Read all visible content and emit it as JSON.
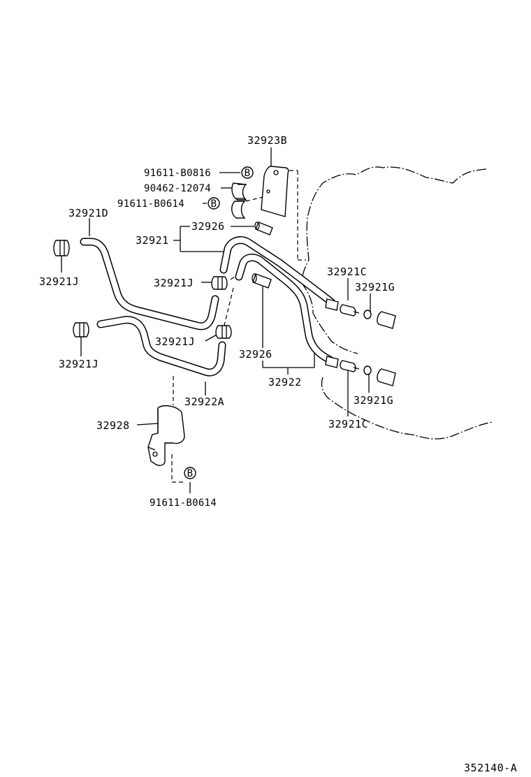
{
  "labels": {
    "p32923B": "32923B",
    "p91611_B0816": "91611-B0816",
    "p90462_12074": "90462-12074",
    "p91611_B0614_top": "91611-B0614",
    "p32921D": "32921D",
    "p32926_top": "32926",
    "p32921": "32921",
    "p32921J_left_top": "32921J",
    "p32921J_mid_top": "32921J",
    "p32921C_top": "32921C",
    "p32921G_top": "32921G",
    "p32921J_mid_bottom": "32921J",
    "p32921J_left_bottom": "32921J",
    "p32926_bottom": "32926",
    "p32922": "32922",
    "p32922A": "32922A",
    "p32928": "32928",
    "p91611_B0614_bottom": "91611-B0614",
    "p32921G_bottom": "32921G",
    "p32921C_bottom": "32921C",
    "diagram_code": "352140-A"
  },
  "markers": {
    "b1": "B",
    "b2": "B",
    "b3": "B"
  }
}
